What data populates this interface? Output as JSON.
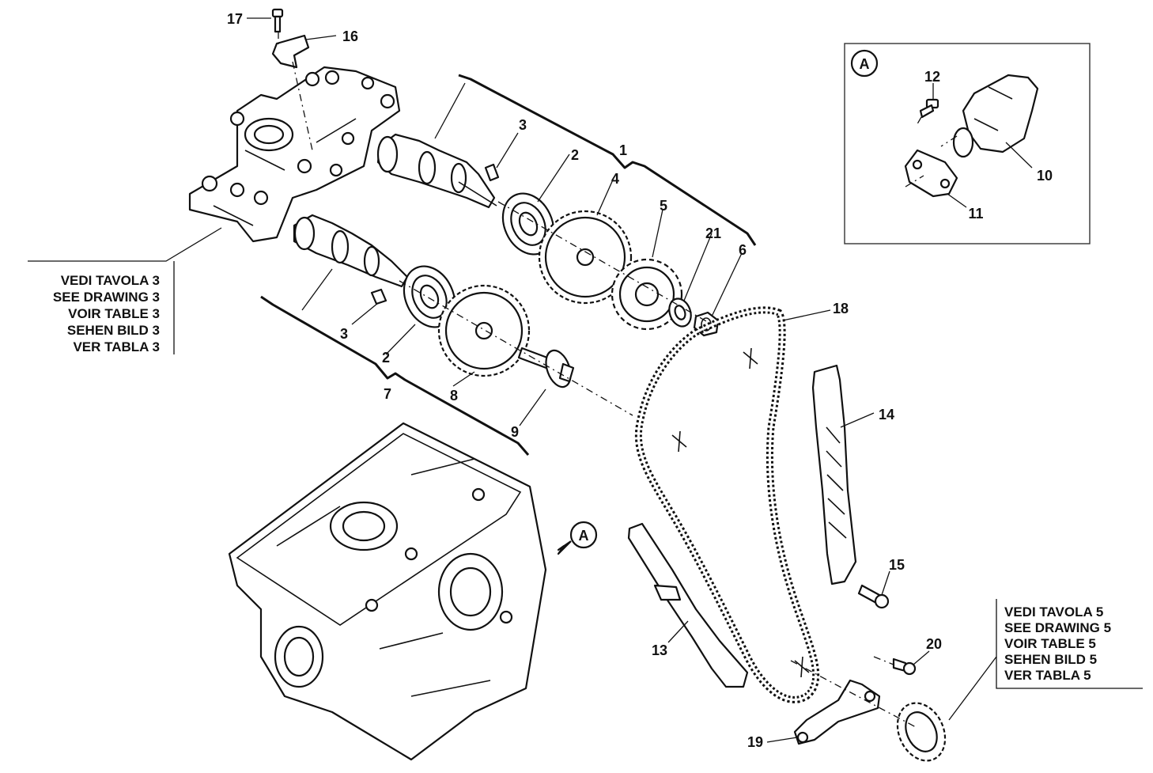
{
  "labels": {
    "p1": "1",
    "p2a": "2",
    "p2b": "2",
    "p3a": "3",
    "p3b": "3",
    "p4": "4",
    "p5": "5",
    "p6": "6",
    "p7": "7",
    "p8": "8",
    "p9": "9",
    "p10": "10",
    "p11": "11",
    "p12": "12",
    "p13": "13",
    "p14": "14",
    "p15": "15",
    "p16": "16",
    "p17": "17",
    "p18": "18",
    "p19": "19",
    "p20": "20",
    "p21": "21"
  },
  "detail": {
    "marker": "A"
  },
  "ref_left": [
    "VEDI TAVOLA 3",
    "SEE DRAWING 3",
    "VOIR TABLE 3",
    "SEHEN BILD 3",
    "VER TABLA 3"
  ],
  "ref_right": [
    "VEDI TAVOLA 5",
    "SEE DRAWING 5",
    "VOIR TABLE 5",
    "SEHEN BILD 5",
    "VER TABLA 5"
  ]
}
